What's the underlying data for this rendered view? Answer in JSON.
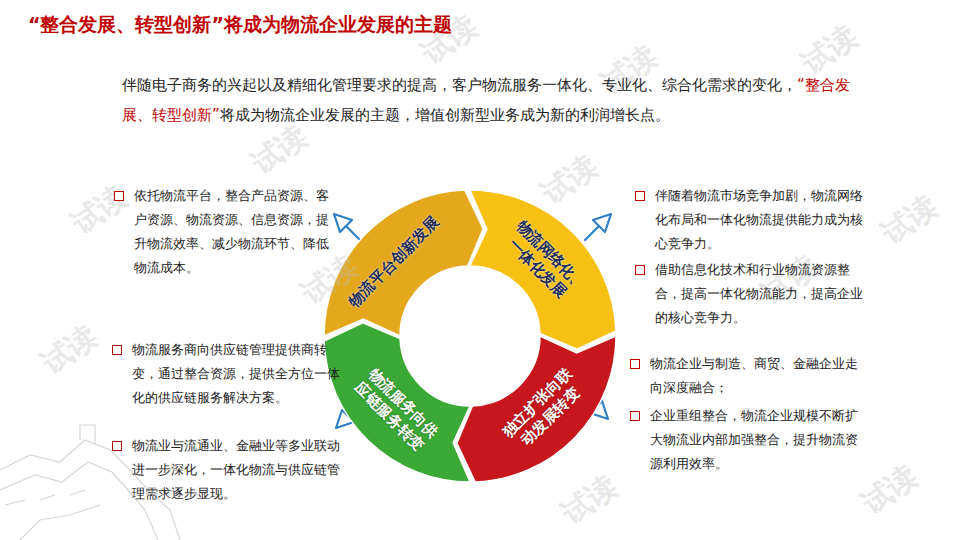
{
  "diagram": {
    "title": "“整合发展、转型创新”将成为物流企业发展的主题",
    "nodes": [
      {
        "text": [
          "物流平台创新发展"
        ]
      },
      {
        "text": [
          "物流网络化、一体化发展"
        ]
      },
      {
        "text": [
          "独立扩张向联动发展转变"
        ]
      },
      {
        "text": [
          "物流服务向供应链服务转变"
        ]
      }
    ],
    "labels": [
      "伴随电子商务的兴起以及精细化管理要求的提高，客户物流服务一体化、专业化、综合化需求的变化，",
      "“整合发展、转型创新”",
      "将成为物流企业发展的主题，增值创新型业务成为新的利润增长点。",
      "依托物流平台，整合产品资源、客户资源、物流资源、信息资源，提升物流效率、减少物流环节、降低物流成本。",
      "伴随着物流市场竞争加剧，物流网络化布局和一体化物流提供能力成为核心竞争力。",
      "借助信息化技术和行业物流资源整合，提高一体化物流能力，提高企业的核心竞争力。",
      "物流服务商向供应链管理提供商转变，通过整合资源，提供全方位一体化的供应链服务解决方案。",
      "物流业与流通业、金融业等多业联动进一步深化，一体化物流与供应链管理需求逐步显现。",
      "物流企业与制造、商贸、金融企业走向深度融合；",
      "企业重组整合，物流企业规模不断扩大物流业内部加强整合，提升物流资源利用效率。",
      "试读",
      "试读",
      "试读",
      "试读",
      "试读",
      "试读",
      "试读",
      "试读",
      "试读",
      "试读",
      "试读",
      "试读"
    ]
  }
}
